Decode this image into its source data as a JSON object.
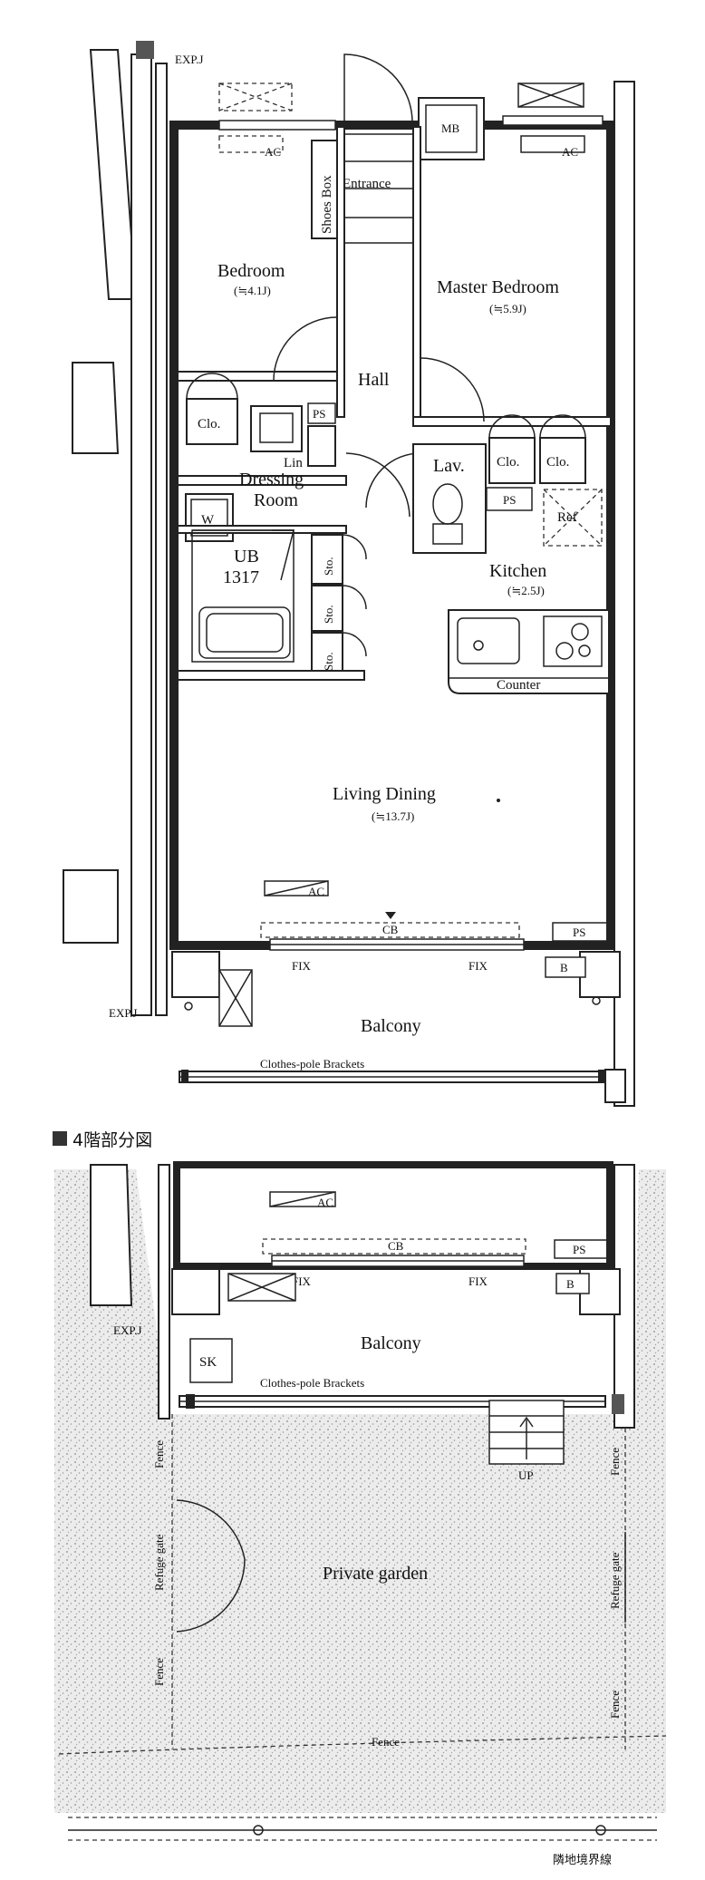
{
  "floorplan": {
    "rooms": {
      "bedroom": {
        "name": "Bedroom",
        "size": "(≒4.1J)"
      },
      "master_bedroom": {
        "name": "Master Bedroom",
        "size": "(≒5.9J)"
      },
      "hall": {
        "name": "Hall"
      },
      "entrance": {
        "name": "Entrance"
      },
      "shoes_box": {
        "name": "Shoes Box"
      },
      "dressing_room": {
        "line1": "Dressing",
        "line2": "Room"
      },
      "lav": {
        "name": "Lav."
      },
      "kitchen": {
        "name": "Kitchen",
        "size": "(≒2.5J)"
      },
      "ub": {
        "line1": "UB",
        "line2": "1317"
      },
      "living_dining": {
        "name": "Living Dining",
        "size": "(≒13.7J)"
      },
      "balcony": {
        "name": "Balcony"
      },
      "balcony_4f": {
        "name": "Balcony"
      },
      "private_garden": {
        "name": "Private garden"
      }
    },
    "labels": {
      "expj": "EXP.J",
      "ac": "AC",
      "mb": "MB",
      "clo": "Clo.",
      "ps": "PS",
      "lin": "Lin",
      "w": "W",
      "sto": "Sto.",
      "ref": "Ref",
      "counter": "Counter",
      "cb": "CB",
      "fix": "FIX",
      "b": "B",
      "clothes_pole": "Clothes-pole Brackets",
      "sk": "SK",
      "up": "UP",
      "fence": "Fence",
      "refuge_gate": "Refuge gate",
      "boundary": "隣地境界線"
    },
    "section_heading": "4階部分図"
  }
}
